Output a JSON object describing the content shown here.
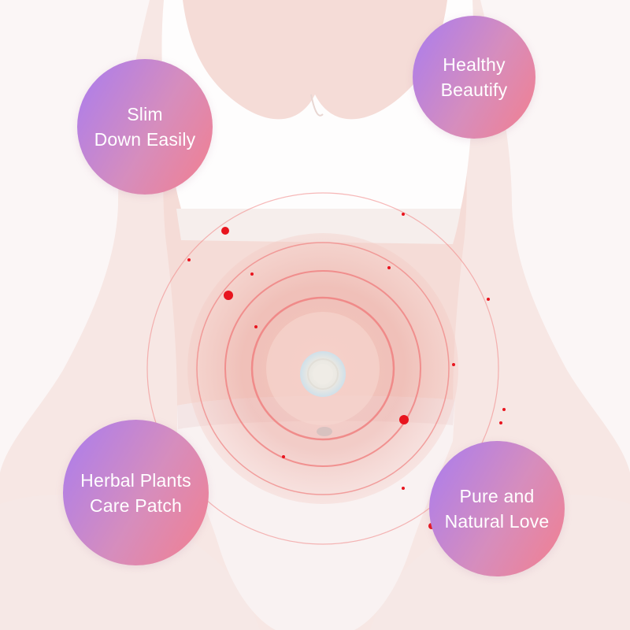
{
  "badges": [
    {
      "line1": "Slim",
      "line2": "Down Easily"
    },
    {
      "line1": "Healthy",
      "line2": "Beautify"
    },
    {
      "line1": "Herbal Plants",
      "line2": "Care Patch"
    },
    {
      "line1": "Pure and",
      "line2": "Natural Love"
    }
  ],
  "colors": {
    "badge_gradient_start": "#a97cf0",
    "badge_gradient_end": "#f37f8e",
    "ring_color": "#f08080",
    "dot_color": "#e8141e",
    "background": "#fbf6f6"
  }
}
